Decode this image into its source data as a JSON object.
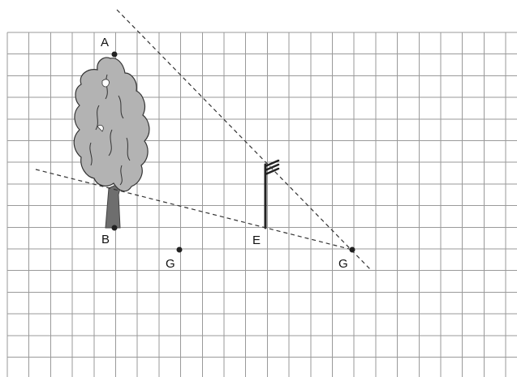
{
  "figure": {
    "points": {
      "A": "A",
      "B": "B",
      "G_left": "G",
      "E": "E",
      "G_right": "G"
    }
  },
  "colors": {
    "grid": "#9a9a9a",
    "tree_foliage": "#b3b3b3",
    "tree_trunk": "#6e6e6e",
    "ink": "#222222"
  },
  "icons": {
    "tree": "tree-icon",
    "flagpole": "flagpole-icon"
  }
}
